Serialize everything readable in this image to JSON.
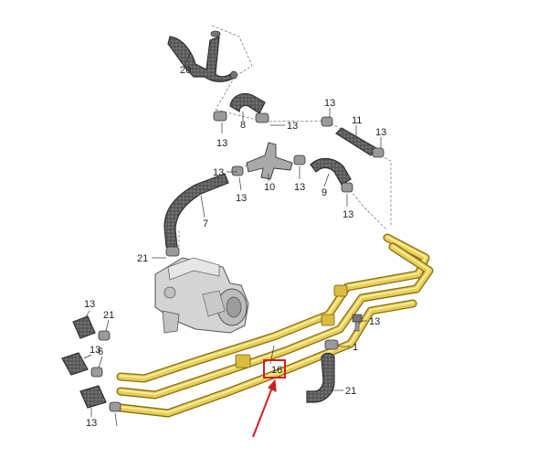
{
  "diagram": {
    "part_labels": [
      {
        "id": "p20",
        "text": "20"
      },
      {
        "id": "p8",
        "text": "8"
      },
      {
        "id": "p13a",
        "text": "13"
      },
      {
        "id": "p13b",
        "text": "13"
      },
      {
        "id": "p13c",
        "text": "13"
      },
      {
        "id": "p11",
        "text": "11"
      },
      {
        "id": "p13d",
        "text": "13"
      },
      {
        "id": "p13e",
        "text": "13"
      },
      {
        "id": "p10",
        "text": "10"
      },
      {
        "id": "p13f",
        "text": "13"
      },
      {
        "id": "p9",
        "text": "9"
      },
      {
        "id": "p13g",
        "text": "13"
      },
      {
        "id": "p7",
        "text": "7"
      },
      {
        "id": "p13h",
        "text": "13"
      },
      {
        "id": "p21a",
        "text": "21"
      },
      {
        "id": "p13i",
        "text": "13"
      },
      {
        "id": "p21b",
        "text": "21"
      },
      {
        "id": "p13j",
        "text": "13"
      },
      {
        "id": "p6",
        "text": "6"
      },
      {
        "id": "p13k",
        "text": "13"
      },
      {
        "id": "p1",
        "text": "1"
      },
      {
        "id": "p16",
        "text": "16"
      },
      {
        "id": "p21c",
        "text": "21"
      },
      {
        "id": "p13l",
        "text": "13"
      }
    ],
    "colors": {
      "pipe": "#e8cf55",
      "pipe_outline": "#8a6d10",
      "hose": "#5a5a5a",
      "heater": "#cfcfcf",
      "highlight_box": "#d11f1f",
      "arrow": "#d11f1f"
    },
    "highlighted_part": "1"
  }
}
